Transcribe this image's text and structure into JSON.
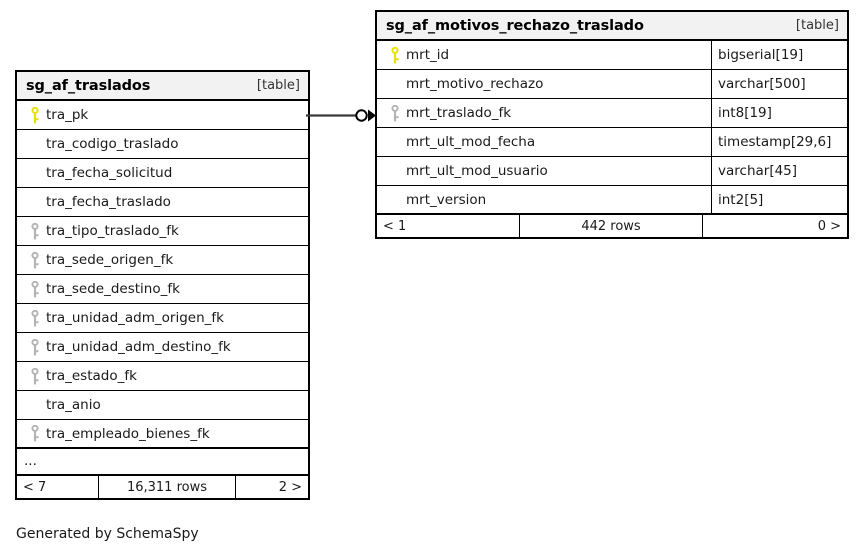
{
  "diagram": {
    "caption": "Generated by SchemaSpy",
    "table_tag": "[table]"
  },
  "tables": [
    {
      "name": "sg_af_traslados",
      "tag": "[table]",
      "show_types": false,
      "columns": [
        {
          "name": "tra_pk",
          "key": "primary"
        },
        {
          "name": "tra_codigo_traslado",
          "key": "none"
        },
        {
          "name": "tra_fecha_solicitud",
          "key": "none"
        },
        {
          "name": "tra_fecha_traslado",
          "key": "none"
        },
        {
          "name": "tra_tipo_traslado_fk",
          "key": "foreign"
        },
        {
          "name": "tra_sede_origen_fk",
          "key": "foreign"
        },
        {
          "name": "tra_sede_destino_fk",
          "key": "foreign"
        },
        {
          "name": "tra_unidad_adm_origen_fk",
          "key": "foreign"
        },
        {
          "name": "tra_unidad_adm_destino_fk",
          "key": "foreign"
        },
        {
          "name": "tra_estado_fk",
          "key": "foreign"
        },
        {
          "name": "tra_anio",
          "key": "none"
        },
        {
          "name": "tra_empleado_bienes_fk",
          "key": "foreign"
        }
      ],
      "more_indicator": "...",
      "footer": {
        "left": "< 7",
        "middle": "16,311 rows",
        "right": "2 >"
      }
    },
    {
      "name": "sg_af_motivos_rechazo_traslado",
      "tag": "[table]",
      "show_types": true,
      "columns": [
        {
          "name": "mrt_id",
          "key": "primary",
          "type": "bigserial[19]"
        },
        {
          "name": "mrt_motivo_rechazo",
          "key": "none",
          "type": "varchar[500]"
        },
        {
          "name": "mrt_traslado_fk",
          "key": "foreign",
          "type": "int8[19]"
        },
        {
          "name": "mrt_ult_mod_fecha",
          "key": "none",
          "type": "timestamp[29,6]"
        },
        {
          "name": "mrt_ult_mod_usuario",
          "key": "none",
          "type": "varchar[45]"
        },
        {
          "name": "mrt_version",
          "key": "none",
          "type": "int2[5]"
        }
      ],
      "footer": {
        "left": "< 1",
        "middle": "442 rows",
        "right": "0 >"
      }
    }
  ],
  "relationship": {
    "from_table": "sg_af_traslados",
    "from_column": "tra_pk",
    "to_table": "sg_af_motivos_rechazo_traslado",
    "to_column": "mrt_traslado_fk",
    "from_marker": "circle-optional",
    "to_marker": "arrow-head"
  },
  "colors": {
    "primary_key": "#e8e000",
    "foreign_key": "#b3b3b3",
    "border": "#000000",
    "header_fill": "#f2f2f2",
    "canvas": "#ffffff"
  }
}
